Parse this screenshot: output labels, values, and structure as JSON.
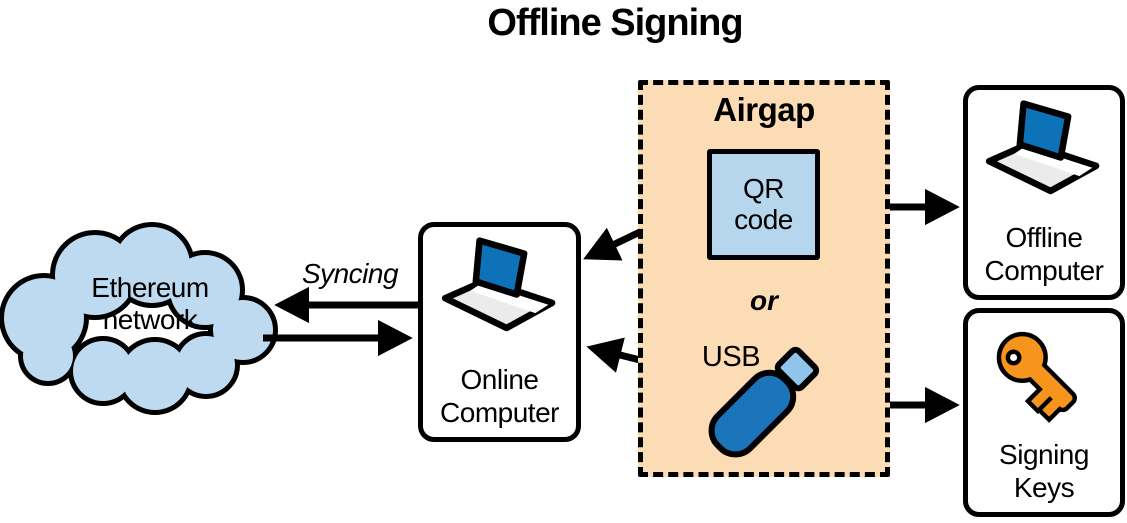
{
  "title": "Offline Signing",
  "labels": {
    "cloud": "Ethereum network",
    "syncing": "Syncing",
    "online_computer": "Online Computer",
    "airgap": "Airgap",
    "qr_code": "QR code",
    "or": "or",
    "usb": "USB",
    "offline_computer": "Offline Computer",
    "signing_keys": "Signing Keys"
  },
  "icons": {
    "cloud": "cloud-shape",
    "online_laptop": "laptop-icon",
    "offline_laptop": "laptop-icon",
    "usb_drive": "usb-drive-icon",
    "signing_key": "key-icon"
  },
  "colors": {
    "cloud_fill": "#bedaf0",
    "qr_fill": "#b6d6ee",
    "airgap_fill": "#fbdcb5",
    "laptop_screen": "#0e72b9",
    "laptop_base": "#ebebeb",
    "usb_body": "#1b75bb",
    "usb_cap": "#90c4ea",
    "key_orange": "#f7941e",
    "outline": "#000000",
    "box_fill": "#ffffff"
  }
}
